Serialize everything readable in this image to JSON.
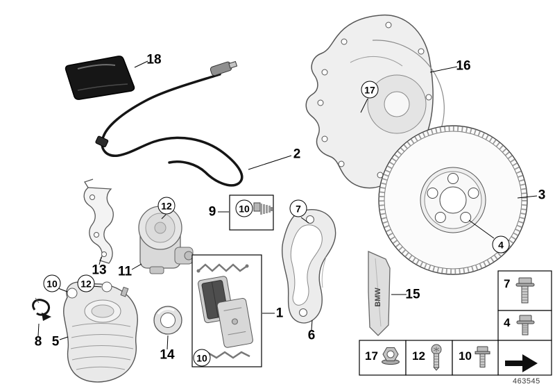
{
  "diagram": {
    "callouts": {
      "n18": "18",
      "n2": "2",
      "n16": "16",
      "n3": "3",
      "n13": "13",
      "n11": "11",
      "n9": "9",
      "n1": "1",
      "n6": "6",
      "n15": "15",
      "n8": "8",
      "n5": "5",
      "n14": "14",
      "c17": "17",
      "c4": "4",
      "c12a": "12",
      "c12b": "12",
      "c10a": "10",
      "c10b": "10",
      "c10c": "10",
      "c7": "7"
    },
    "legend": {
      "bolt7": "7",
      "bolt4": "4",
      "nut17": "17",
      "screw12": "12",
      "screw10": "10",
      "icons": {
        "bolt7": "hex-flange-bolt-icon",
        "bolt4": "hex-flange-bolt-short-icon",
        "nut17": "flange-nut-icon",
        "screw12": "pan-head-torx-screw-icon",
        "screw10": "hex-flange-screw-icon",
        "arrow": "direction-arrow-icon"
      }
    },
    "plate_text": "BMW",
    "footer_code": "463545"
  }
}
